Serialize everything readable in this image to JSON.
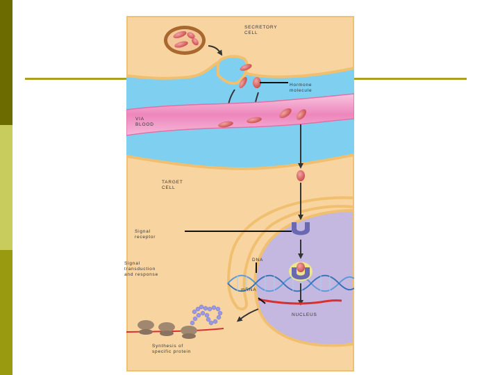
{
  "slide": {
    "colors": {
      "sidebar": [
        "#6b6b00",
        "#c8cc5c",
        "#9a9a10"
      ],
      "rule": "#a8a020"
    }
  },
  "diagram": {
    "labels": {
      "secretory_cell": "SECRETORY\nCELL",
      "hormone_molecule": "Hormone\nmolecule",
      "via_blood": "VIA\nBLOOD",
      "target_cell": "TARGET\nCELL",
      "signal_receptor": "Signal\nreceptor",
      "signal_transduction": "Signal\ntransduction\nand response",
      "dna": "DNA",
      "mrna": "mRNA",
      "nucleus": "NUCLEUS",
      "synthesis": "Synthesis of\nspecific protein"
    },
    "colors": {
      "cell_body": "#f8d4a0",
      "membrane": "#f0c070",
      "fluid": "#7fd0f0",
      "blood_vessel": "#ee8cc0",
      "nucleus": "#c4b8e0",
      "hormone": "#d86060",
      "receptor": "#6a68b0",
      "dna": "#5a9ad8",
      "mrna": "#d83030",
      "ribosome": "#a08870",
      "protein": "#9a98e0"
    }
  }
}
